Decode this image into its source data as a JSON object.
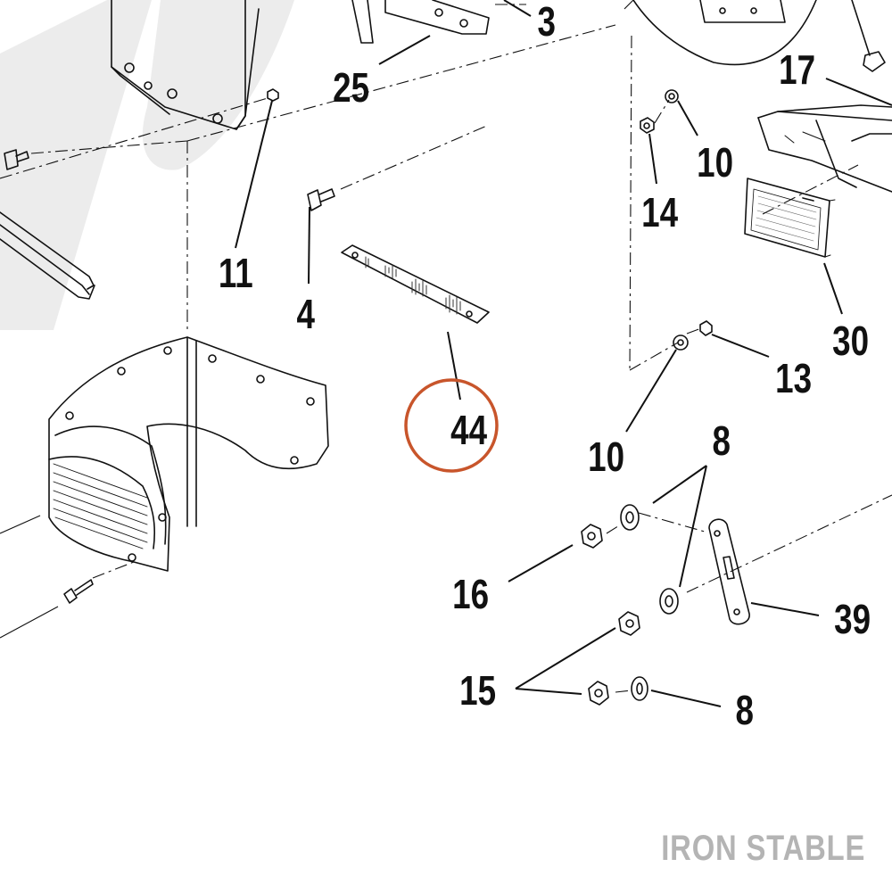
{
  "labels": {
    "l3": "3",
    "l25": "25",
    "l11": "11",
    "l4": "4",
    "l17": "17",
    "l10a": "10",
    "l14": "14",
    "l30": "30",
    "l13": "13",
    "l44": "44",
    "l10b": "10",
    "l8a": "8",
    "l16": "16",
    "l39": "39",
    "l15": "15",
    "l8b": "8"
  },
  "highlight_part": "44",
  "colors": {
    "highlight_ring": "#c8552b",
    "brand_text": "#b4b4b4",
    "watermark": "#ececec"
  },
  "brand": "IRON STABLE"
}
